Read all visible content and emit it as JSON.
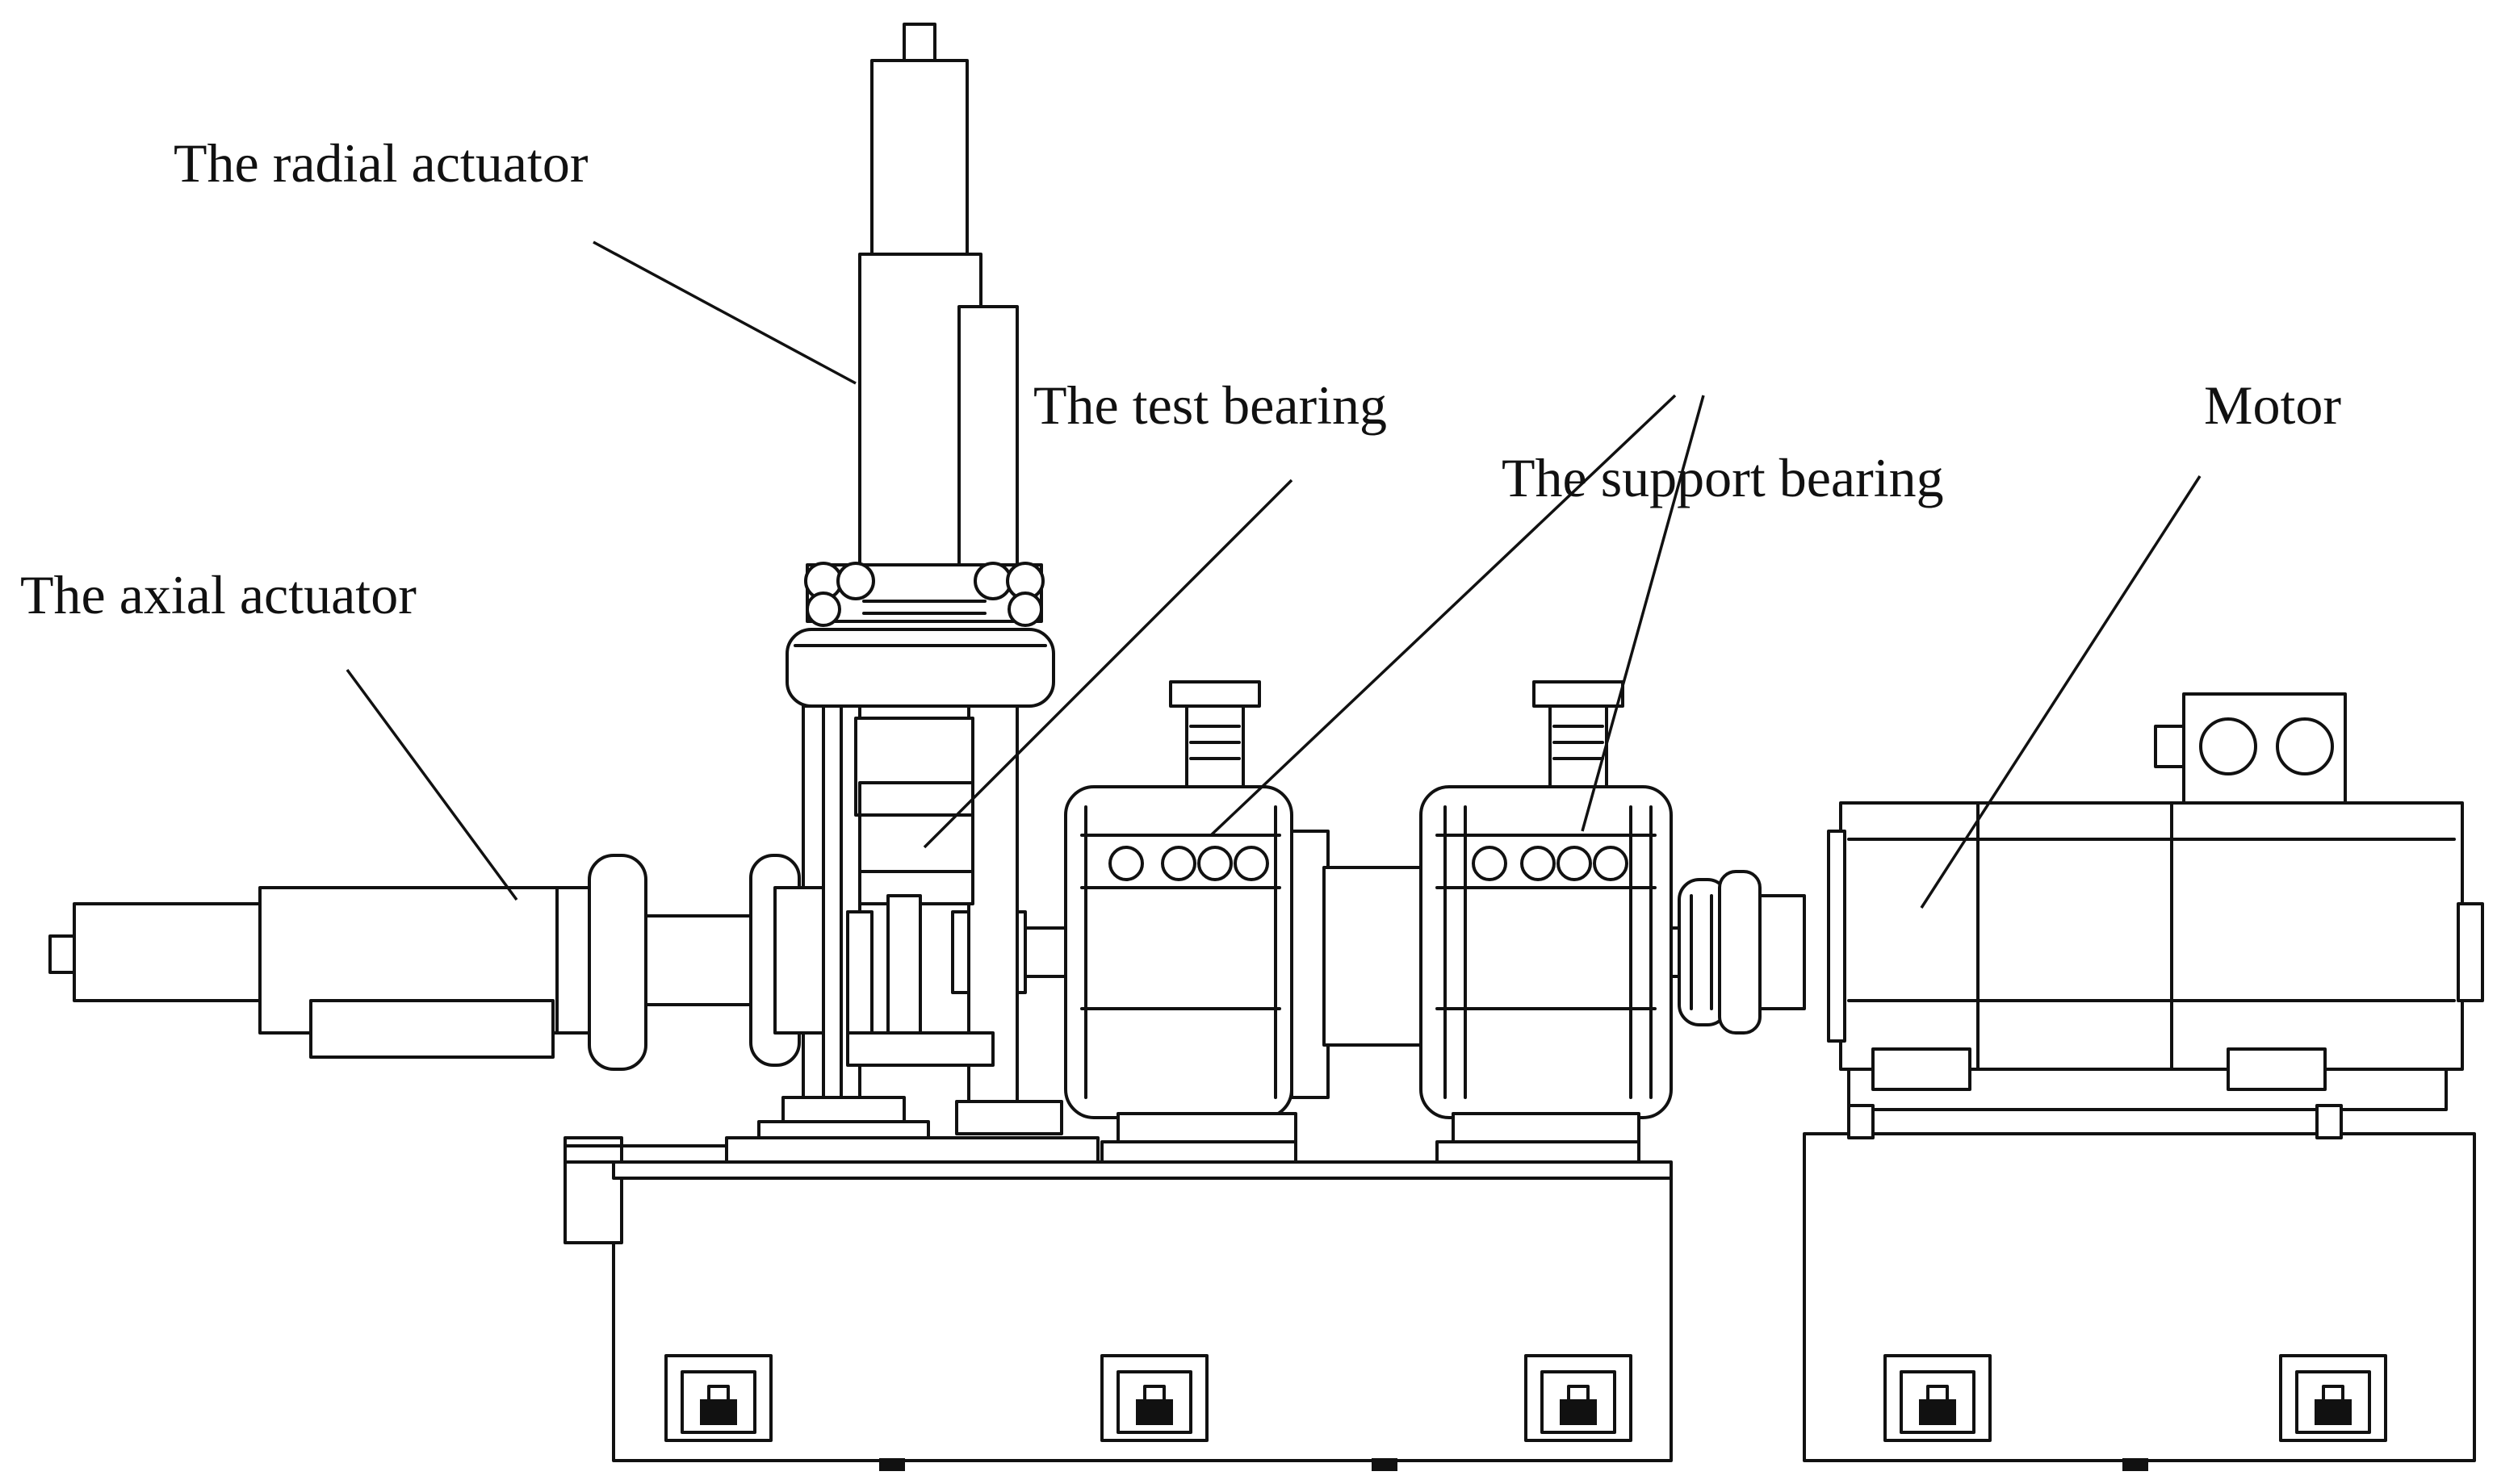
{
  "labels": {
    "radial_actuator": "The radial actuator",
    "test_bearing": "The test bearing",
    "support_bearing": "The support bearing",
    "axial_actuator": "The axial actuator",
    "motor": "Motor"
  },
  "colors": {
    "background": "#ffffff",
    "ink": "#111111"
  }
}
